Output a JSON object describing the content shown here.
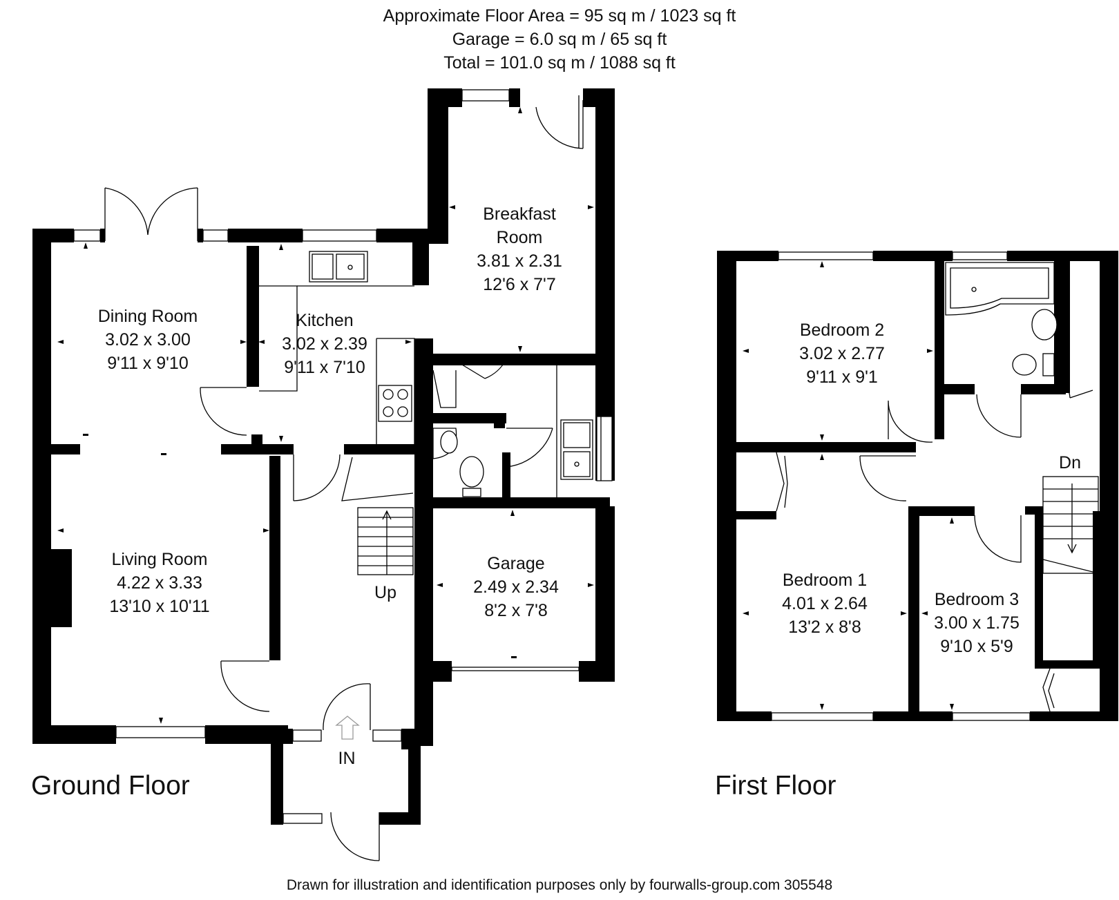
{
  "header": {
    "line1": "Approximate Floor Area = 95 sq m / 1023 sq ft",
    "line2": "Garage = 6.0 sq m / 65 sq ft",
    "line3": "Total = 101.0 sq m / 1088 sq ft"
  },
  "floors": {
    "ground": "Ground Floor",
    "first": "First Floor"
  },
  "rooms": {
    "breakfast": {
      "name1": "Breakfast",
      "name2": "Room",
      "metric": "3.81 x 2.31",
      "imperial": "12'6 x 7'7"
    },
    "dining": {
      "name": "Dining Room",
      "metric": "3.02 x 3.00",
      "imperial": "9'11 x 9'10"
    },
    "kitchen": {
      "name": "Kitchen",
      "metric": "3.02 x 2.39",
      "imperial": "9'11 x 7'10"
    },
    "living": {
      "name": "Living Room",
      "metric": "4.22 x 3.33",
      "imperial": "13'10 x 10'11"
    },
    "garage": {
      "name": "Garage",
      "metric": "2.49 x 2.34",
      "imperial": "8'2 x 7'8"
    },
    "bedroom2": {
      "name": "Bedroom 2",
      "metric": "3.02 x 2.77",
      "imperial": "9'11 x 9'1"
    },
    "bedroom1": {
      "name": "Bedroom 1",
      "metric": "4.01 x 2.64",
      "imperial": "13'2 x 8'8"
    },
    "bedroom3": {
      "name": "Bedroom 3",
      "metric": "3.00 x 1.75",
      "imperial": "9'10 x 5'9"
    }
  },
  "labels": {
    "up": "Up",
    "down": "Dn",
    "entrance": "IN"
  },
  "footer": "Drawn for illustration and identification purposes only by fourwalls-group.com 305548"
}
